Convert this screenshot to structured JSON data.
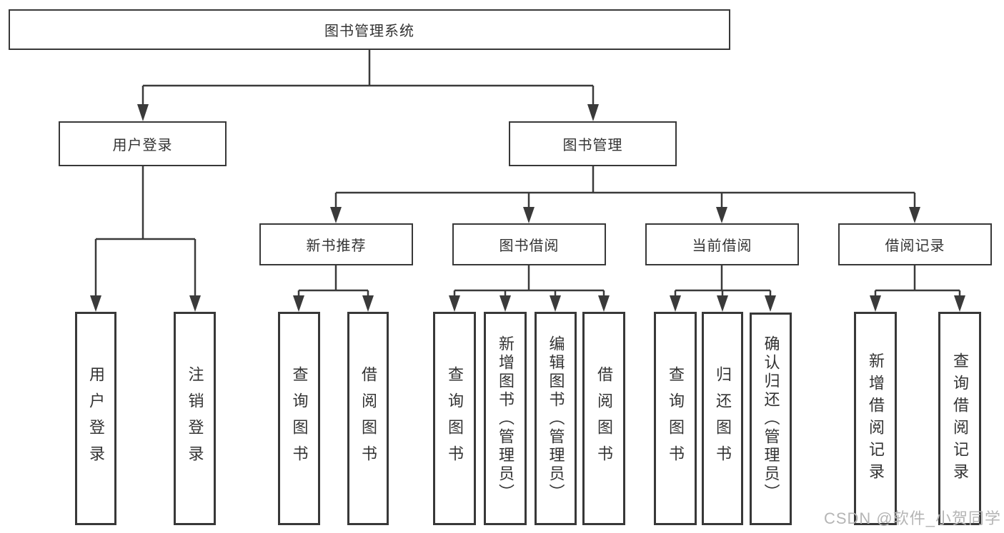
{
  "tree": {
    "root": {
      "label": "图书管理系统"
    },
    "level2": [
      {
        "label": "用户登录"
      },
      {
        "label": "图书管理"
      }
    ],
    "level3": [
      {
        "label": "新书推荐"
      },
      {
        "label": "图书借阅"
      },
      {
        "label": "当前借阅"
      },
      {
        "label": "借阅记录"
      }
    ],
    "leaves": [
      {
        "label": "用户登录"
      },
      {
        "label": "注销登录"
      },
      {
        "label": "查询图书"
      },
      {
        "label": "借阅图书"
      },
      {
        "label": "查询图书"
      },
      {
        "label": "新增图书（管理员）"
      },
      {
        "label": "编辑图书（管理员）"
      },
      {
        "label": "借阅图书"
      },
      {
        "label": "查询图书"
      },
      {
        "label": "归还图书"
      },
      {
        "label": "确认归还（管理员）"
      },
      {
        "label": "新增借阅记录"
      },
      {
        "label": "查询借阅记录"
      }
    ]
  },
  "watermark": {
    "text": "CSDN @软件_小贺同学"
  },
  "colors": {
    "line": "#3a3a3a",
    "text": "#333333",
    "box_background": "#ffffff",
    "watermark": "#b5b5b5"
  }
}
